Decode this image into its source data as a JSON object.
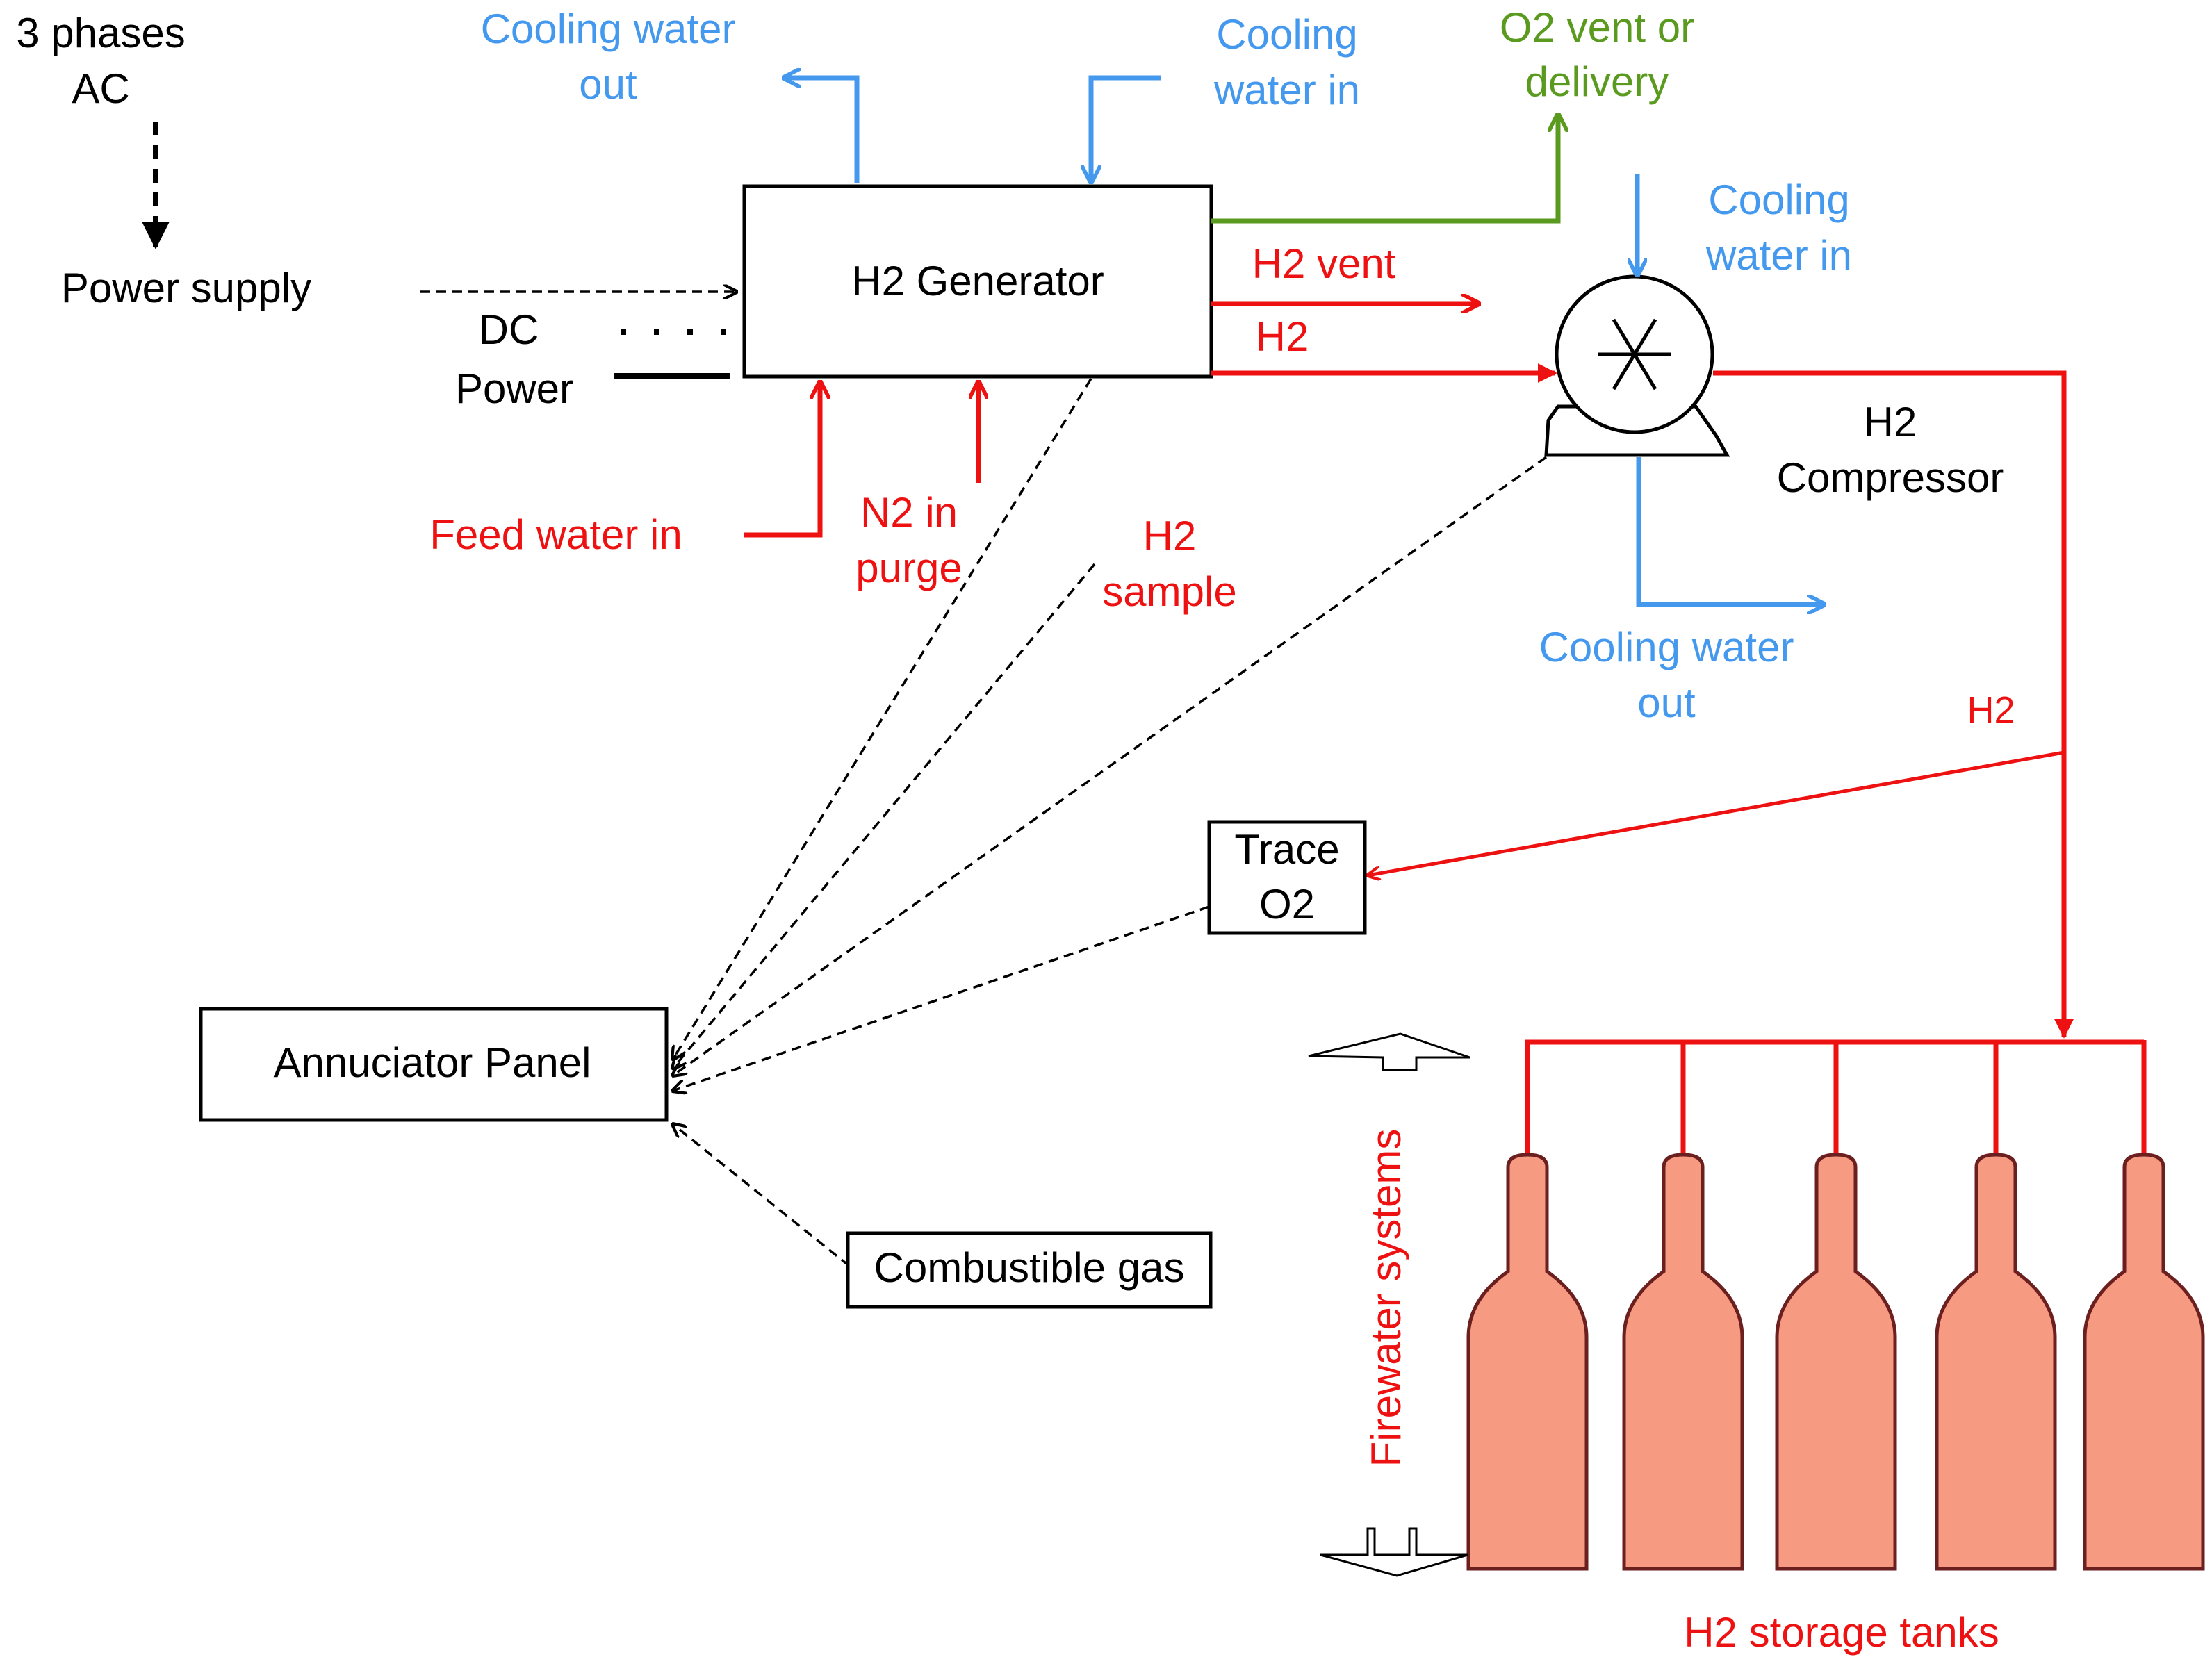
{
  "diagram": {
    "labels": {
      "ac_source": [
        "3 phases",
        "AC"
      ],
      "power_supply": "Power supply",
      "dc_power": [
        "DC",
        "Power"
      ],
      "generator": "H2 Generator",
      "cooling_water_out_top": [
        "Cooling water",
        "out"
      ],
      "cooling_water_in_top": [
        "Cooling",
        "water in"
      ],
      "o2_vent": [
        "O2 vent or",
        "delivery"
      ],
      "cooling_water_in_right": [
        "Cooling",
        "water in"
      ],
      "h2_vent": "H2 vent",
      "h2_line": "H2",
      "compressor": [
        "H2",
        "Compressor"
      ],
      "feed_water": "Feed water in",
      "n2_purge": [
        "N2 in",
        "purge"
      ],
      "h2_sample": [
        "H2",
        "sample"
      ],
      "cooling_water_out_right": [
        "Cooling water",
        "out"
      ],
      "h2_branch": "H2",
      "trace_o2": [
        "Trace",
        "O2"
      ],
      "annunciator": "Annuciator Panel",
      "combustible_gas": "Combustible gas",
      "firewater": "Firewater systems",
      "storage_tanks": "H2 storage tanks"
    },
    "colors": {
      "black": "#000000",
      "cooling_water": "#4499ee",
      "oxygen": "#5a9a1e",
      "hydrogen": "#ee1111",
      "tank_fill": "#f79a82"
    },
    "icons": [
      "compressor-icon",
      "storage-tank-icon",
      "double-arrow-icon"
    ]
  }
}
